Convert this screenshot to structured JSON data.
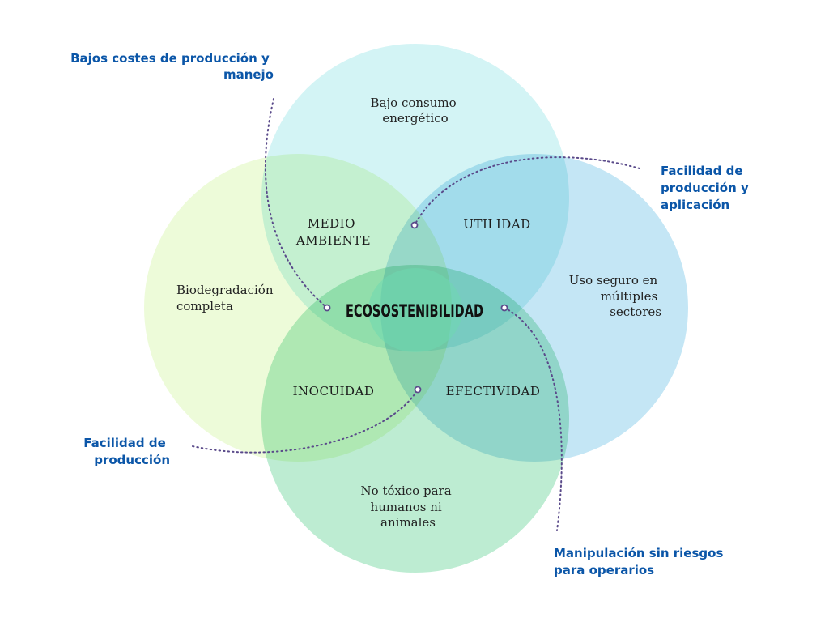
{
  "colors": {
    "circle_top": "#d3f4f5",
    "circle_left": "#edfbd9",
    "circle_right": "#c4e6f5",
    "circle_bottom": "#bdecd2",
    "center_overlap": "#6fd9b0",
    "callout": "#0b56a8",
    "connector": "#5a4a8a"
  },
  "center": {
    "label": "ECOSOSTENIBILIDAD"
  },
  "outer_regions": {
    "top": [
      "Bajo consumo",
      "energético"
    ],
    "left": [
      "Biodegradación",
      "completa"
    ],
    "right": [
      "Uso seguro en",
      "múltiples",
      "sectores"
    ],
    "bottom": [
      "No tóxico para",
      "humanos ni",
      "animales"
    ]
  },
  "overlap_zones": {
    "top_left": [
      "MEDIO",
      "AMBIENTE"
    ],
    "top_right": [
      "UTILIDAD"
    ],
    "bottom_left": [
      "INOCUIDAD"
    ],
    "bottom_right": [
      "EFECTIVIDAD"
    ]
  },
  "callouts": {
    "top_left": [
      "Bajos costes de producción y",
      "manejo"
    ],
    "top_right": [
      "Facilidad de",
      "producción y",
      "aplicación"
    ],
    "bottom_left": [
      "Facilidad de",
      "producción"
    ],
    "bottom_right": [
      "Manipulación sin riesgos",
      "para operarios"
    ]
  }
}
